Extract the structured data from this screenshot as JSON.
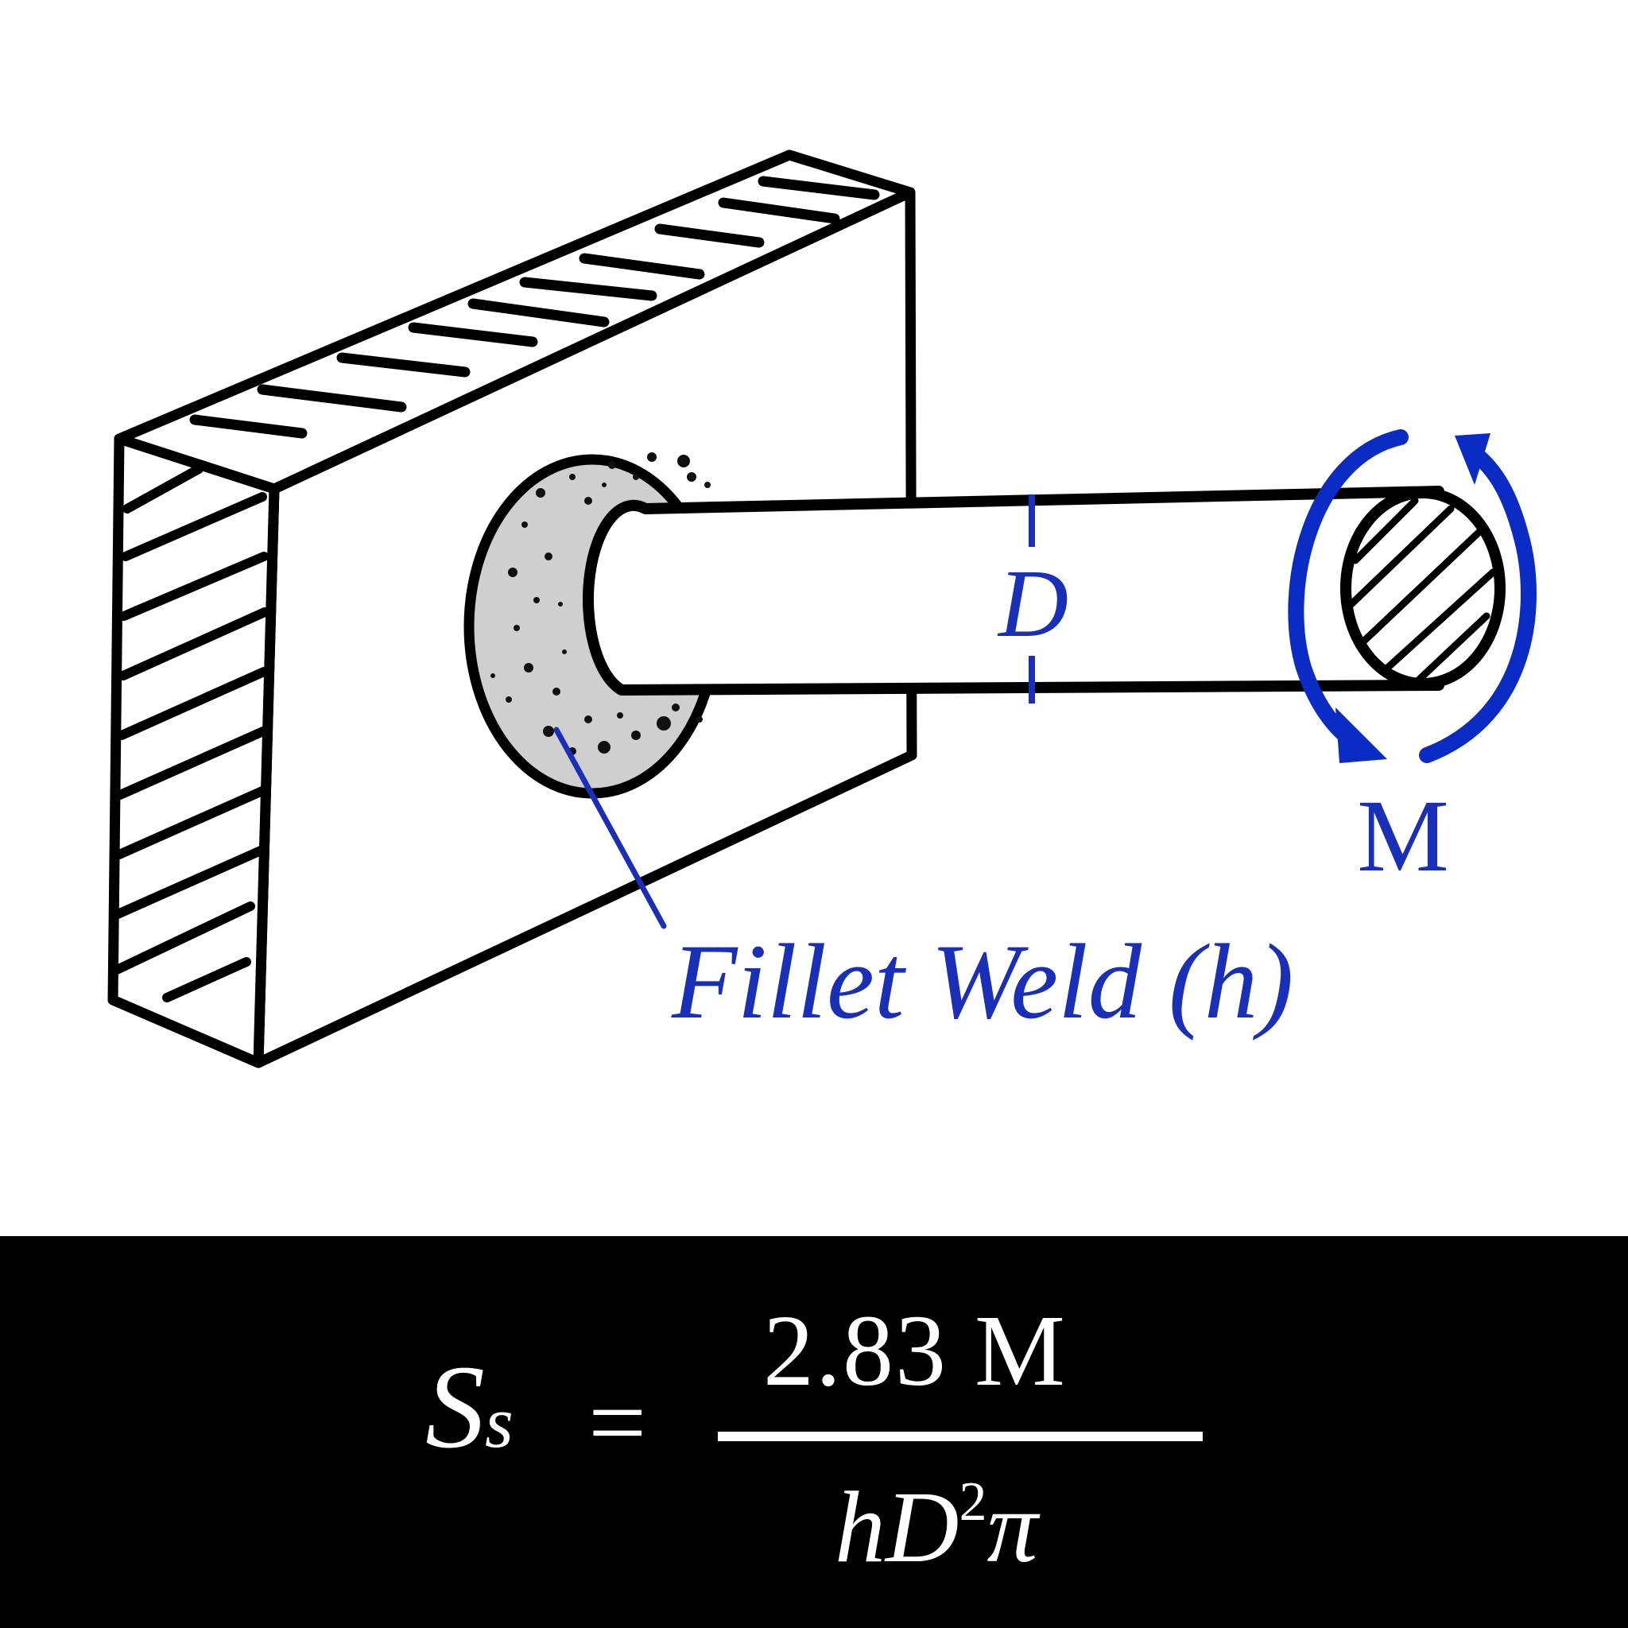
{
  "labels": {
    "diameter": "D",
    "moment": "M",
    "weld": "Fillet Weld (h)"
  },
  "formula": {
    "lhs_symbol": "S",
    "lhs_subscript": "s",
    "equals": "=",
    "numerator": "2.83 M",
    "denominator_base": "hD",
    "denominator_exponent": "2",
    "denominator_tail": "π"
  },
  "colors": {
    "annotation": "#1a2fb8",
    "arrow": "#0a2bc4",
    "weld_fill": "#cfcfcf",
    "formula_bg": "#000000",
    "formula_text": "#ffffff"
  }
}
